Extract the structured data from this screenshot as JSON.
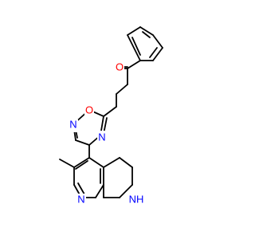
{
  "molecule": {
    "atoms": [
      {
        "id": "O_carbonyl",
        "text": "O",
        "color": "#ff0000"
      },
      {
        "id": "O_ring",
        "text": "O",
        "color": "#ff0000"
      },
      {
        "id": "N_oxadiazole_a",
        "text": "N",
        "color": "#0000ff"
      },
      {
        "id": "N_oxadiazole_b",
        "text": "N",
        "color": "#0000ff"
      },
      {
        "id": "N_pyridine",
        "text": "N",
        "color": "#0000ff"
      },
      {
        "id": "NH_amine",
        "text": "NH",
        "color": "#0000ff"
      }
    ],
    "bond_color": "#000000",
    "background": "#ffffff"
  }
}
